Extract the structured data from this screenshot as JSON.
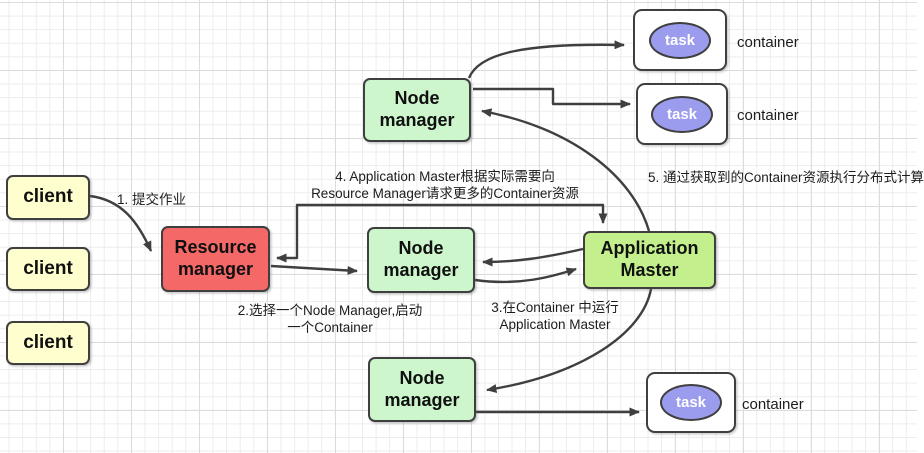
{
  "nodes": {
    "clients": [
      {
        "label": "client"
      },
      {
        "label": "client"
      },
      {
        "label": "client"
      }
    ],
    "resource_manager": {
      "label": "Resource manager"
    },
    "node_managers": [
      {
        "label": "Node manager"
      },
      {
        "label": "Node manager"
      },
      {
        "label": "Node manager"
      }
    ],
    "application_master": {
      "label": "Application Master"
    },
    "containers": [
      {
        "task": "task",
        "label": "container"
      },
      {
        "task": "task",
        "label": "container"
      },
      {
        "task": "task",
        "label": "container"
      }
    ]
  },
  "annotations": {
    "step1": "1. 提交作业",
    "step2_line1": "2.选择一个Node Manager,启动",
    "step2_line2": "一个Container",
    "step3_line1": "3.在Container 中运行",
    "step3_line2": "Application Master",
    "step4_line1": "4. Application Master根据实际需要向",
    "step4_line2": "Resource Manager请求更多的Container资源",
    "step5": "5. 通过获取到的Container资源执行分布式计算"
  },
  "colors": {
    "client_fill": "#FEFECF",
    "resource_manager_fill": "#F46868",
    "node_manager_fill": "#CDF6CD",
    "application_master_fill": "#C3F08C",
    "task_fill": "#9C9CEF",
    "container_fill": "#FFFFFF",
    "border": "#3F3F3F",
    "arrow": "#3F3F3F",
    "grid_minor": "#ECECEC",
    "grid_major": "#DCDCDC"
  }
}
